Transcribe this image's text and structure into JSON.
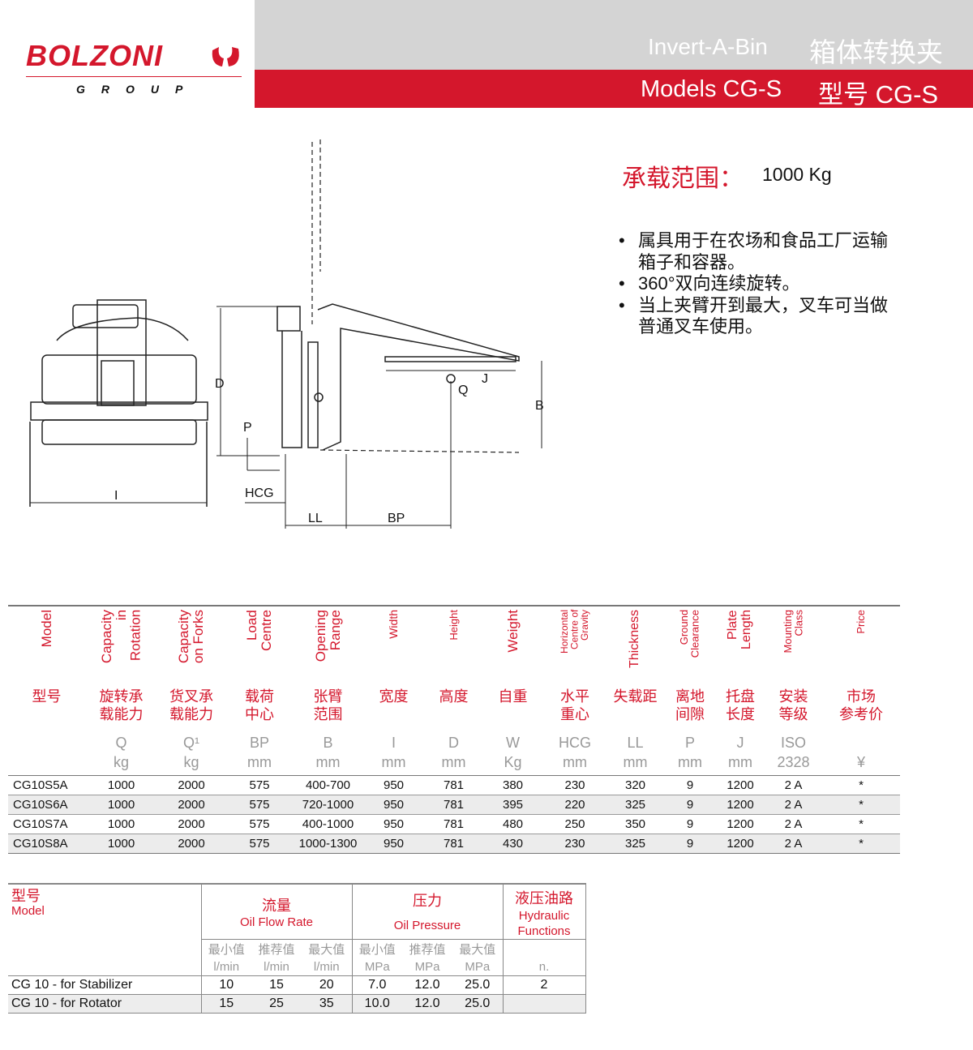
{
  "logo": {
    "brand": "BOLZONI",
    "sub": "GROUP"
  },
  "header": {
    "title_en": "Invert-A-Bin",
    "title_cn": "箱体转换夹",
    "models_en": "Models CG-S",
    "models_cn": "型号 CG-S",
    "colors": {
      "brand_red": "#d4172c",
      "band_gray": "#d4d4d4"
    }
  },
  "capacity": {
    "label": "承载范围：",
    "value": "1000 Kg"
  },
  "features": [
    "属具用于在农场和食品工厂运输箱子和容器。",
    "360°双向连续旋转。",
    "当上夹臂开到最大，叉车可当做普通叉车使用。"
  ],
  "diagram": {
    "labels": {
      "D": "D",
      "P": "P",
      "HCG": "HCG",
      "I": "I",
      "LL": "LL",
      "BP": "BP",
      "Q": "Q",
      "J": "J",
      "B": "B"
    }
  },
  "spec_table": {
    "columns": [
      {
        "en": "Model",
        "cn": "型号",
        "sym": "",
        "unit": ""
      },
      {
        "en": "Capacity\nin\nRotation",
        "cn": "旋转承\n载能力",
        "sym": "Q",
        "unit": "kg"
      },
      {
        "en": "Capacity\non Forks",
        "cn": "货叉承\n载能力",
        "sym": "Q¹",
        "unit": "kg"
      },
      {
        "en": "Load\nCentre",
        "cn": "载荷\n中心",
        "sym": "BP",
        "unit": "mm"
      },
      {
        "en": "Opening\nRange",
        "cn": "张臂\n范围",
        "sym": "B",
        "unit": "mm"
      },
      {
        "en": "Width",
        "cn": "宽度",
        "sym": "I",
        "unit": "mm"
      },
      {
        "en": "Height",
        "cn": "高度",
        "sym": "D",
        "unit": "mm"
      },
      {
        "en": "Weight",
        "cn": "自重",
        "sym": "W",
        "unit": "Kg"
      },
      {
        "en": "Horizontal\nCentre of\nGravity",
        "cn": "水平\n重心",
        "sym": "HCG",
        "unit": "mm"
      },
      {
        "en": "Thickness",
        "cn": "失载距",
        "sym": "LL",
        "unit": "mm"
      },
      {
        "en": "Ground\nClearance",
        "cn": "离地\n间隙",
        "sym": "P",
        "unit": "mm"
      },
      {
        "en": "Plate\nLength",
        "cn": "托盘\n长度",
        "sym": "J",
        "unit": "mm"
      },
      {
        "en": "Mounting\nClass",
        "cn": "安装\n等级",
        "sym": "ISO",
        "unit": "2328"
      },
      {
        "en": "Price",
        "cn": "市场\n参考价",
        "sym": "",
        "unit": "¥"
      }
    ],
    "rows": [
      [
        "CG10S5A",
        "1000",
        "2000",
        "575",
        "400-700",
        "950",
        "781",
        "380",
        "230",
        "320",
        "9",
        "1200",
        "2 A",
        "*"
      ],
      [
        "CG10S6A",
        "1000",
        "2000",
        "575",
        "720-1000",
        "950",
        "781",
        "395",
        "220",
        "325",
        "9",
        "1200",
        "2 A",
        "*"
      ],
      [
        "CG10S7A",
        "1000",
        "2000",
        "575",
        "400-1000",
        "950",
        "781",
        "480",
        "250",
        "350",
        "9",
        "1200",
        "2 A",
        "*"
      ],
      [
        "CG10S8A",
        "1000",
        "2000",
        "575",
        "1000-1300",
        "950",
        "781",
        "430",
        "230",
        "325",
        "9",
        "1200",
        "2 A",
        "*"
      ]
    ]
  },
  "hydraulic_table": {
    "model_cn": "型号",
    "model_en": "Model",
    "flow_cn": "流量",
    "flow_en": "Oil Flow Rate",
    "pressure_cn": "压力",
    "pressure_en": "Oil Pressure",
    "func_cn": "液压油路",
    "func_en": "Hydraulic\nFunctions",
    "sub_labels": [
      "最小值",
      "推荐值",
      "最大值",
      "最小值",
      "推荐值",
      "最大值"
    ],
    "sub_units": [
      "l/min",
      "l/min",
      "l/min",
      "MPa",
      "MPa",
      "MPa",
      "n."
    ],
    "rows": [
      [
        "CG 10 - for Stabilizer",
        "10",
        "15",
        "20",
        "7.0",
        "12.0",
        "25.0",
        "2"
      ],
      [
        "CG 10 - for Rotator",
        "15",
        "25",
        "35",
        "10.0",
        "12.0",
        "25.0",
        ""
      ]
    ]
  }
}
